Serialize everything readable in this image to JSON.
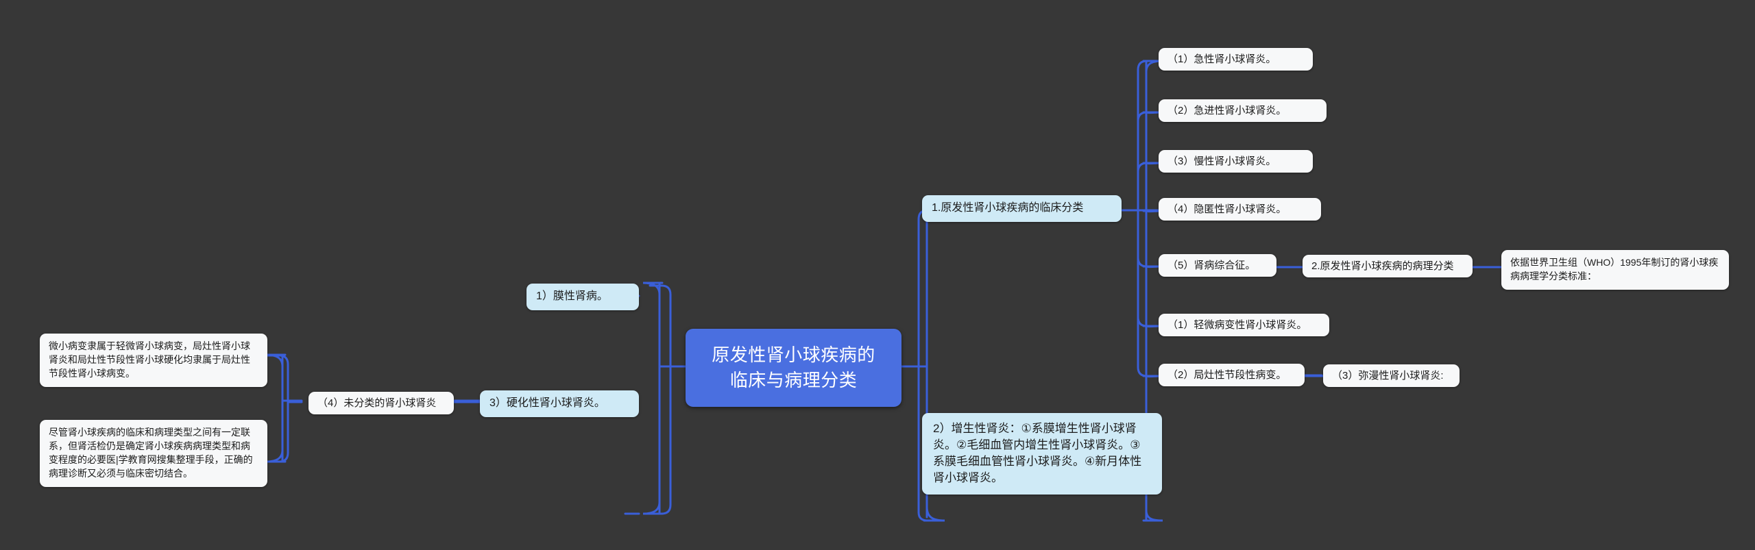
{
  "meta": {
    "background_color": "#373737",
    "connector_color": "#3a5fd9",
    "root_fill": "#4a6fe0",
    "leaf_blue_fill": "#cfeaf6",
    "leaf_white_fill": "#f7f8f9",
    "text_color": "#1b1b1b"
  },
  "mindmap": {
    "root": {
      "label": "原发性肾小球疾病的临床与病理分类"
    },
    "right_branch": {
      "clinical": {
        "label": "1.原发性肾小球疾病的临床分类",
        "items": [
          "（1）急性肾小球肾炎。",
          "（2）急进性肾小球肾炎。",
          "（3）慢性肾小球肾炎。",
          "（4）隐匿性肾小球肾炎。",
          "（5）肾病综合征。"
        ]
      },
      "pathology": {
        "label": "2.原发性肾小球疾病的病理分类",
        "standard": "依据世界卫生组（WHO）1995年制订的肾小球疾病病理学分类标准：",
        "items": [
          "（1）轻微病变性肾小球肾炎。",
          "（2）局灶性节段性病变。"
        ],
        "diffuse": {
          "label": "（3）弥漫性肾小球肾炎:",
          "sub": [
            "1）膜性肾病。",
            "2）增生性肾炎：①系膜增生性肾小球肾炎。②毛细血管内增生性肾小球肾炎。③系膜毛细血管性肾小球肾炎。④新月体性肾小球肾炎。",
            "3）硬化性肾小球肾炎。"
          ]
        },
        "unclassified": "（4）未分类的肾小球肾炎"
      }
    },
    "left_branch": {
      "notes": [
        "微小病变隶属于轻微肾小球病变，局灶性肾小球肾炎和局灶性节段性肾小球硬化均隶属于局灶性节段性肾小球病变。",
        "尽管肾小球疾病的临床和病理类型之间有一定联系，但肾活检仍是确定肾小球疾病病理类型和病变程度的必要医|学教育网搜集整理手段，正确的病理诊断又必须与临床密切结合。"
      ]
    }
  }
}
